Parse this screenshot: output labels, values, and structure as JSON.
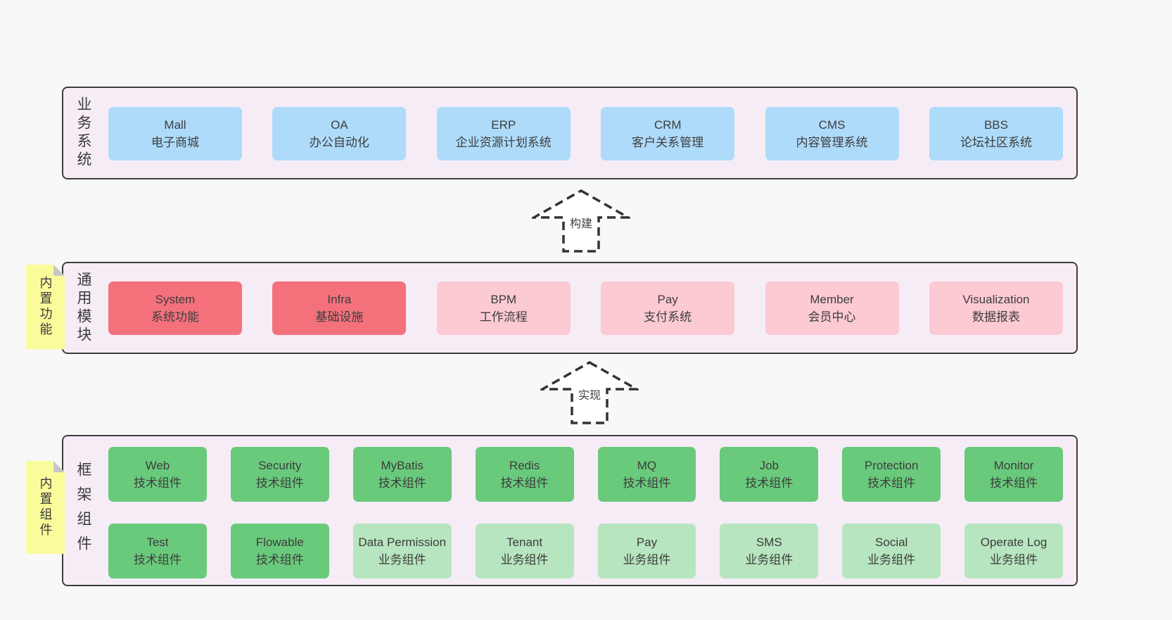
{
  "colors": {
    "page_background": "#f8f8f8",
    "container_background": "#f6ecf6",
    "container_border": "#3e3e3e",
    "text": "#3d3d3d",
    "blue_box": "#aedbfa",
    "red_box": "#f4717c",
    "pink_box": "#fccad3",
    "green_dark_box": "#69ca7c",
    "green_light_box": "#b7e5bf",
    "sticky_yellow": "#fafc9b",
    "sticky_fold": "#c7c7c7"
  },
  "business": {
    "side_label": "业务系统",
    "boxes": [
      {
        "title": "Mall",
        "subtitle": "电子商城",
        "variant": "blue"
      },
      {
        "title": "OA",
        "subtitle": "办公自动化",
        "variant": "blue"
      },
      {
        "title": "ERP",
        "subtitle": "企业资源计划系统",
        "variant": "blue"
      },
      {
        "title": "CRM",
        "subtitle": "客户关系管理",
        "variant": "blue"
      },
      {
        "title": "CMS",
        "subtitle": "内容管理系统",
        "variant": "blue"
      },
      {
        "title": "BBS",
        "subtitle": "论坛社区系统",
        "variant": "blue"
      }
    ]
  },
  "arrow_build": {
    "label": "构建"
  },
  "modules": {
    "side_label": "通用模块",
    "sticky_note": "内置功能",
    "boxes": [
      {
        "title": "System",
        "subtitle": "系统功能",
        "variant": "red"
      },
      {
        "title": "Infra",
        "subtitle": "基础设施",
        "variant": "red"
      },
      {
        "title": "BPM",
        "subtitle": "工作流程",
        "variant": "pink"
      },
      {
        "title": "Pay",
        "subtitle": "支付系统",
        "variant": "pink"
      },
      {
        "title": "Member",
        "subtitle": "会员中心",
        "variant": "pink"
      },
      {
        "title": "Visualization",
        "subtitle": "数据报表",
        "variant": "pink"
      }
    ]
  },
  "arrow_implement": {
    "label": "实现"
  },
  "components": {
    "side_label": "框架组件",
    "sticky_note": "内置组件",
    "row1": [
      {
        "title": "Web",
        "subtitle": "技术组件",
        "variant": "green_dark"
      },
      {
        "title": "Security",
        "subtitle": "技术组件",
        "variant": "green_dark"
      },
      {
        "title": "MyBatis",
        "subtitle": "技术组件",
        "variant": "green_dark"
      },
      {
        "title": "Redis",
        "subtitle": "技术组件",
        "variant": "green_dark"
      },
      {
        "title": "MQ",
        "subtitle": "技术组件",
        "variant": "green_dark"
      },
      {
        "title": "Job",
        "subtitle": "技术组件",
        "variant": "green_dark"
      },
      {
        "title": "Protection",
        "subtitle": "技术组件",
        "variant": "green_dark"
      },
      {
        "title": "Monitor",
        "subtitle": "技术组件",
        "variant": "green_dark"
      }
    ],
    "row2": [
      {
        "title": "Test",
        "subtitle": "技术组件",
        "variant": "green_dark"
      },
      {
        "title": "Flowable",
        "subtitle": "技术组件",
        "variant": "green_dark"
      },
      {
        "title": "Data Permission",
        "subtitle": "业务组件",
        "variant": "green_light"
      },
      {
        "title": "Tenant",
        "subtitle": "业务组件",
        "variant": "green_light"
      },
      {
        "title": "Pay",
        "subtitle": "业务组件",
        "variant": "green_light"
      },
      {
        "title": "SMS",
        "subtitle": "业务组件",
        "variant": "green_light"
      },
      {
        "title": "Social",
        "subtitle": "业务组件",
        "variant": "green_light"
      },
      {
        "title": "Operate Log",
        "subtitle": "业务组件",
        "variant": "green_light"
      }
    ]
  }
}
